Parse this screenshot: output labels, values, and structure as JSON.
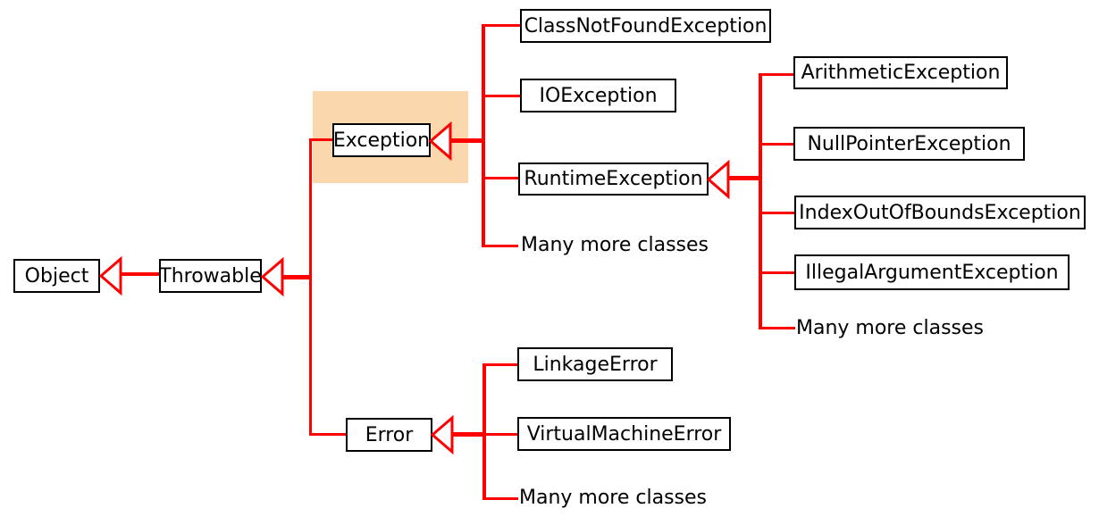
{
  "diagram": {
    "type": "class-hierarchy",
    "subject": "Java Throwable exception hierarchy",
    "colors": {
      "connector": "#ff0000",
      "box_border": "#000000",
      "box_fill": "#ffffff",
      "highlight": "#fbd7ae",
      "text": "#000000",
      "background": "#ffffff"
    },
    "nodes": {
      "object": {
        "label": "Object"
      },
      "throwable": {
        "label": "Throwable"
      },
      "exception": {
        "label": "Exception",
        "highlighted": true
      },
      "error": {
        "label": "Error"
      },
      "class_not_found_exception": {
        "label": "ClassNotFoundException"
      },
      "io_exception": {
        "label": "IOException"
      },
      "runtime_exception": {
        "label": "RuntimeException"
      },
      "exception_many_more": {
        "label": "Many more classes"
      },
      "arithmetic_exception": {
        "label": "ArithmeticException"
      },
      "null_pointer_exception": {
        "label": "NullPointerException"
      },
      "index_out_of_bounds_exception": {
        "label": "IndexOutOfBoundsException"
      },
      "illegal_argument_exception": {
        "label": "IllegalArgumentException"
      },
      "runtime_many_more": {
        "label": "Many more classes"
      },
      "linkage_error": {
        "label": "LinkageError"
      },
      "virtual_machine_error": {
        "label": "VirtualMachineError"
      },
      "error_many_more": {
        "label": "Many more classes"
      }
    },
    "relations": [
      "Throwable extends Object",
      "Exception extends Throwable",
      "Error extends Throwable",
      "ClassNotFoundException extends Exception",
      "IOException extends Exception",
      "RuntimeException extends Exception",
      "ArithmeticException extends RuntimeException",
      "NullPointerException extends RuntimeException",
      "IndexOutOfBoundsException extends RuntimeException",
      "IllegalArgumentException extends RuntimeException",
      "LinkageError extends Error",
      "VirtualMachineError extends Error"
    ]
  }
}
